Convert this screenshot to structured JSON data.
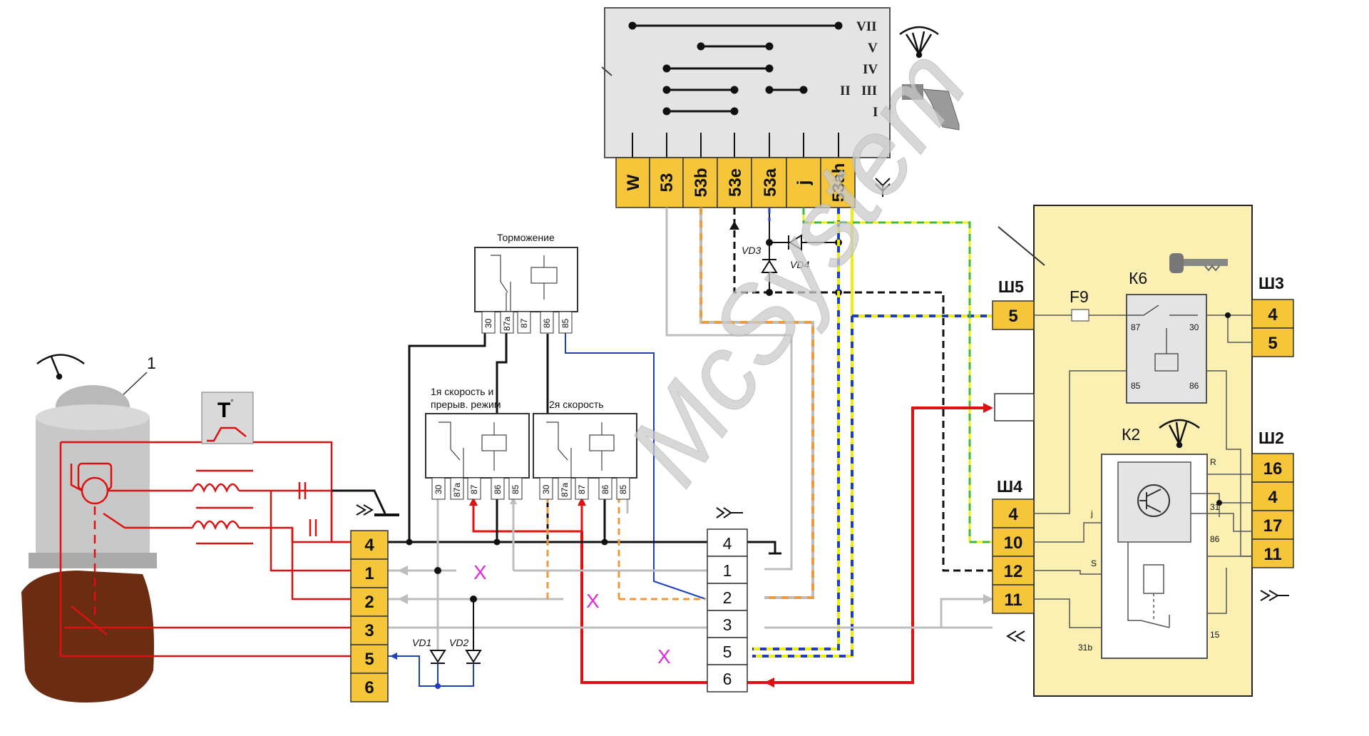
{
  "switch": {
    "positions": [
      "VII",
      "V",
      "IV",
      "III",
      "II",
      "I"
    ],
    "pins": [
      "W",
      "53",
      "53b",
      "53e",
      "53a",
      "j",
      "53ah"
    ]
  },
  "brake_relay": {
    "title": "Торможение",
    "pins": [
      "30",
      "87a",
      "87",
      "86",
      "85"
    ]
  },
  "relay1": {
    "title_line1": "1я  скорость  и",
    "title_line2": "прерыв. режим",
    "pins": [
      "30",
      "87a",
      "87",
      "86",
      "85"
    ]
  },
  "relay2": {
    "title": "2я  скорость",
    "pins": [
      "30",
      "87a",
      "87",
      "86",
      "85"
    ]
  },
  "diodes": [
    "VD1",
    "VD2",
    "VD3",
    "VD4"
  ],
  "motor": {
    "label": "1",
    "thermal_label": "T",
    "thermal_sup": "°",
    "connector_pins": [
      "4",
      "1",
      "2",
      "3",
      "5",
      "6"
    ]
  },
  "middle_connector": {
    "pins": [
      "4",
      "1",
      "2",
      "3",
      "5",
      "6"
    ]
  },
  "cross_marks": [
    "X",
    "X",
    "X"
  ],
  "mount_block": {
    "sh5": {
      "name": "Ш5",
      "pins": [
        "5"
      ]
    },
    "sh4": {
      "name": "Ш4",
      "pins": [
        "4",
        "10",
        "12",
        "11"
      ]
    },
    "sh3": {
      "name": "Ш3",
      "pins": [
        "4",
        "5"
      ]
    },
    "sh2": {
      "name": "Ш2",
      "pins": [
        "16",
        "4",
        "17",
        "11"
      ]
    },
    "fuse": "F9",
    "k6": {
      "name": "К6",
      "pins": [
        "87",
        "30",
        "85",
        "86"
      ]
    },
    "k2": {
      "name": "К2",
      "terminals": [
        "R",
        "31",
        "86",
        "j",
        "S",
        "31b",
        "15"
      ]
    }
  },
  "watermark": "McSystem",
  "colors": {
    "connector_yellow": "#f6c63a",
    "mount_block_bg": "#fbf0b2",
    "switch_bg": "#e4e4e4",
    "wire_red": "#dd1111",
    "wire_blue": "#1d3fbf",
    "wire_orange": "#ee9a3c",
    "wire_gray": "#bdbdbd",
    "wire_yellow": "#f0ec10",
    "wire_green": "#3fb63f",
    "cross_magenta": "#e02ae0",
    "motor_brown": "#6b2c12"
  }
}
